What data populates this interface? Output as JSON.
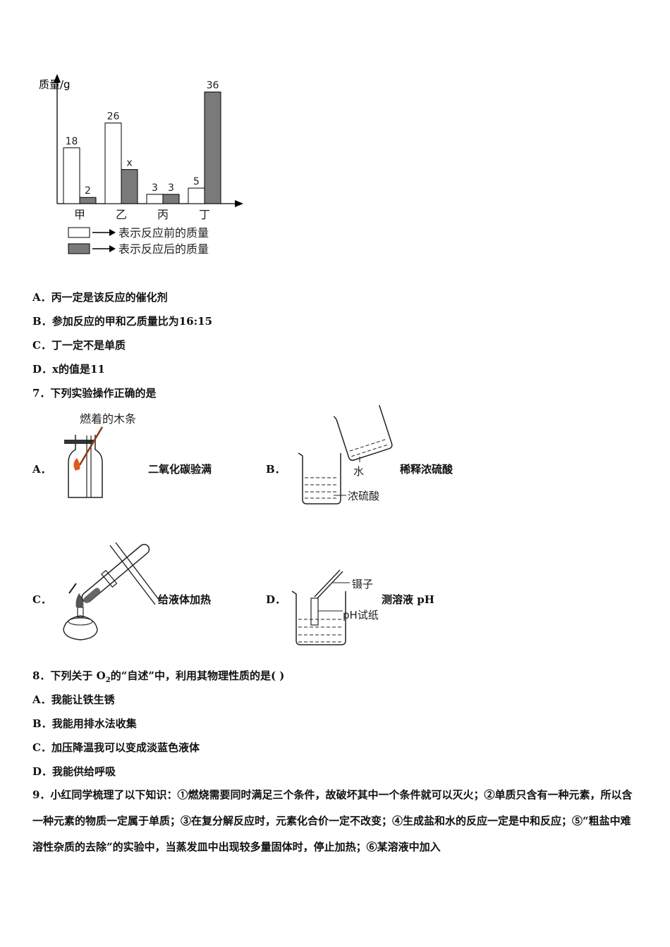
{
  "chart_data": {
    "type": "bar",
    "ylabel": "质量/g",
    "categories": [
      "甲",
      "乙",
      "丙",
      "丁"
    ],
    "series": [
      {
        "name": "表示反应前的质量",
        "values": [
          18,
          26,
          3,
          5
        ],
        "labels": [
          "18",
          "26",
          "3",
          "5"
        ],
        "color": "#ffffff"
      },
      {
        "name": "表示反应后的质量",
        "values": [
          2,
          11,
          3,
          36
        ],
        "labels": [
          "2",
          "x",
          "3",
          "36"
        ],
        "color": "#7a7a7a"
      }
    ],
    "ylim": [
      0,
      40
    ]
  },
  "q6_options": [
    {
      "letter": "A．",
      "text": "丙一定是该反应的催化剂"
    },
    {
      "letter": "B．",
      "text": "参加反应的甲和乙质量比为16:15"
    },
    {
      "letter": "C．",
      "text": "丁一定不是单质"
    },
    {
      "letter": "D．",
      "text": "x的值是11"
    }
  ],
  "q7": {
    "stem": "7．下列实验操作正确的是",
    "options": [
      {
        "letter": "A．",
        "caption": "二氧化碳验满",
        "fig_labels": [
          "燃着的木条"
        ]
      },
      {
        "letter": "B．",
        "caption": "稀释浓硫酸",
        "fig_labels": [
          "水",
          "浓硫酸"
        ]
      },
      {
        "letter": "C．",
        "caption": "给液体加热",
        "fig_labels": []
      },
      {
        "letter": "D．",
        "caption": "测溶液 pH",
        "fig_labels": [
          "镊子",
          "pH试纸"
        ]
      }
    ]
  },
  "q8": {
    "stem_pre": "8．下列关于 O",
    "stem_sub": "2",
    "stem_post": "的“自述”中，利用其物理性质的是(    )",
    "options": [
      {
        "letter": "A．",
        "text": "我能让铁生锈"
      },
      {
        "letter": "B．",
        "text": "我能用排水法收集"
      },
      {
        "letter": "C．",
        "text": "加压降温我可以变成淡蓝色液体"
      },
      {
        "letter": "D．",
        "text": "我能供给呼吸"
      }
    ]
  },
  "q9": {
    "text": "9．小红同学梳理了以下知识：①燃烧需要同时满足三个条件，故破坏其中一个条件就可以灭火；②单质只含有一种元素，所以含一种元素的物质一定属于单质；③在复分解反应时，元素化合价一定不改变；④生成盐和水的反应一定是中和反应；⑤“粗盐中难溶性杂质的去除”的实验中，当蒸发皿中出现较多量固体时，停止加热；⑥某溶液中加入"
  }
}
